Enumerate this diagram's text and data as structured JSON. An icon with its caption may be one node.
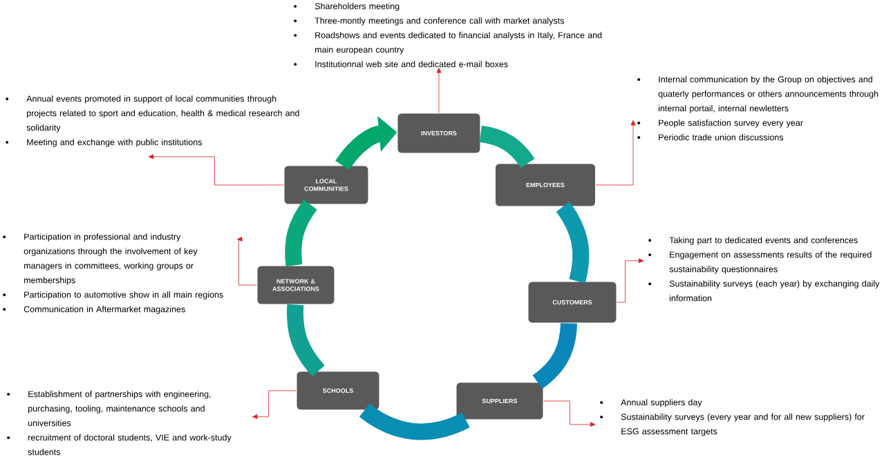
{
  "diagram": {
    "nodes": [
      {
        "text": [
          "INVESTORS"
        ]
      },
      {
        "text": [
          "EMPLOYEES"
        ]
      },
      {
        "text": [
          "CUSTOMERS"
        ]
      },
      {
        "text": [
          "SUPPLIERS"
        ]
      },
      {
        "text": [
          "SCHOOLS"
        ]
      },
      {
        "text": [
          "NETWORK & ASSOCIATIONS"
        ]
      },
      {
        "text": [
          "LOCAL COMMUNITIES"
        ]
      },
      {
        "text": [
          "Shareholders meeting",
          "Three-montly meetings and conference call with market analysts",
          "Roadshows and events dedicated to financial analysts in Italy, France and main european country",
          "Institutionnal web site and dedicated e-mail boxes"
        ]
      },
      {
        "text": [
          "Internal communication by the Group on objectives and quaterly performances or others announcements through internal portail, internal newletters",
          "People satisfaction survey every year",
          "Periodic trade union discussions"
        ]
      },
      {
        "text": [
          "Taking part to dedicated events and conferences",
          "Engagement on assessments results of the required sustainability questionnaires",
          "Sustainability surveys (each year) by exchanging daily information"
        ]
      },
      {
        "text": [
          "Annual suppliers day",
          "Sustainability surveys (every year and for all new suppliers) for ESG assessment targets"
        ]
      },
      {
        "text": [
          "Establishment of partnerships with engineering, purchasing, tooling, maintenance schools and universities",
          "recruitment of doctoral students, VIE and work-study students"
        ]
      },
      {
        "text": [
          "Participation in professional and industry organizations through the involvement of key managers in committees, working groups or memberships",
          "Participation to automotive show in all main regions",
          "Communication in Aftermarket magazines"
        ]
      },
      {
        "text": [
          "Annual events promoted in support of local communities through projects related to sport and education, health & medical research and solidarity",
          "Meeting and exchange with public institutions"
        ]
      }
    ],
    "edges": [
      {
        "from": 0,
        "to": 1,
        "arrow": "none",
        "style": "thick",
        "color": "#13a98c"
      },
      {
        "from": 1,
        "to": 2,
        "arrow": "none",
        "style": "thick",
        "color": "#0e9aae"
      },
      {
        "from": 2,
        "to": 3,
        "arrow": "none",
        "style": "thick",
        "color": "#0a86bb"
      },
      {
        "from": 3,
        "to": 4,
        "arrow": "none",
        "style": "thick",
        "color": "#0a8db3"
      },
      {
        "from": 4,
        "to": 5,
        "arrow": "none",
        "style": "thick",
        "color": "#12a093"
      },
      {
        "from": 5,
        "to": 6,
        "arrow": "none",
        "style": "thick",
        "color": "#0aa87c"
      },
      {
        "from": 6,
        "to": 0,
        "arrow": "to",
        "style": "thick",
        "color": "#00a86b"
      },
      {
        "from": 0,
        "to": 7,
        "arrow": "to"
      },
      {
        "from": 1,
        "to": 8,
        "arrow": "to"
      },
      {
        "from": 2,
        "to": 9,
        "arrow": "to"
      },
      {
        "from": 3,
        "to": 10,
        "arrow": "to"
      },
      {
        "from": 4,
        "to": 11,
        "arrow": "to"
      },
      {
        "from": 5,
        "to": 12,
        "arrow": "to"
      },
      {
        "from": 6,
        "to": 13,
        "arrow": "to"
      }
    ]
  }
}
